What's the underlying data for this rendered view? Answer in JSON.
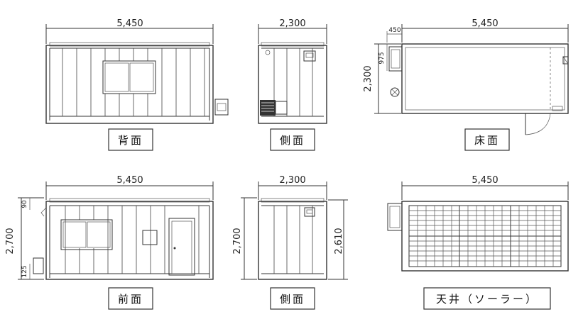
{
  "views": {
    "back": {
      "caption": "背面",
      "width_label": "5,450"
    },
    "side_top": {
      "caption": "側面",
      "width_label": "2,300"
    },
    "floor": {
      "caption": "床面",
      "width_label": "5,450",
      "depth_label": "2,300",
      "sub_width_label": "450",
      "sub_depth_label": "975"
    },
    "front": {
      "caption": "前面",
      "width_label": "5,450",
      "height_label": "2,700",
      "top_label": "90",
      "bottom_label": "125"
    },
    "side_bottom": {
      "caption": "側面",
      "width_label": "2,300",
      "height_left_label": "2,700",
      "height_right_label": "2,610"
    },
    "roof": {
      "caption": "天井（ソーラー）",
      "width_label": "5,450"
    }
  }
}
